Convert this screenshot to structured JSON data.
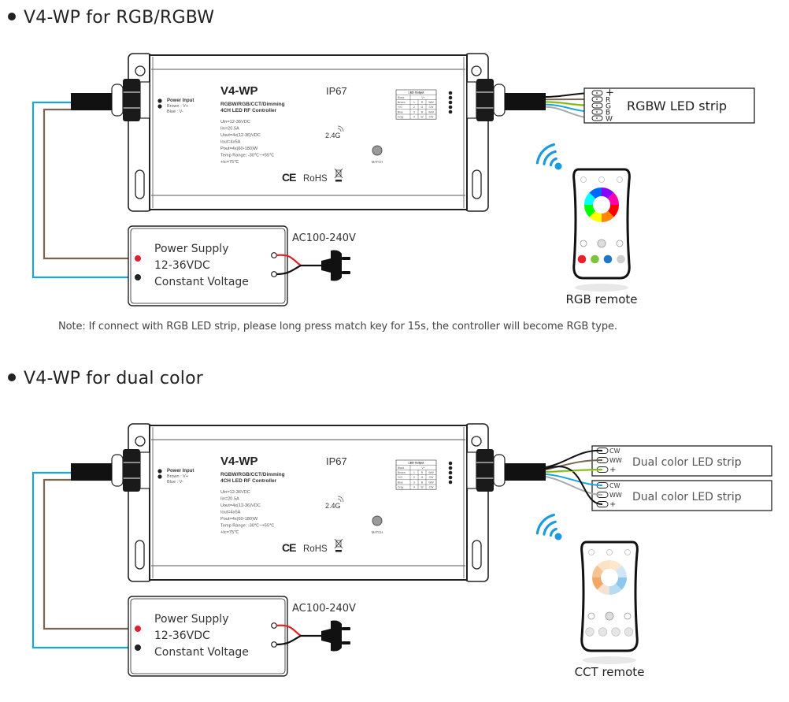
{
  "sections": [
    {
      "title": "V4-WP for RGB/RGBW",
      "controller": {
        "model": "V4-WP",
        "ip_rating": "IP67",
        "subtitle_line1": "RGBW/RGB/CCT/Dimming",
        "subtitle_line2": "4CH LED RF Controller",
        "specs": [
          "Uin=12-36VDC",
          "Iin=20.5A",
          "Uout=4x(12-36)VDC",
          "Iout=4x5A",
          "Pout=4x(60-180)W",
          "Temp Range: -30℃~+55℃",
          "+tc=75℃"
        ],
        "power_input": {
          "title": "Power Input",
          "line1": "Brown :  V+",
          "line2": "Blue   :  V-"
        },
        "frequency": "2.4G",
        "match_label": "MATCH",
        "cert": "RoHS",
        "ce": "CE",
        "led_output_table": {
          "title": "LED Output",
          "rows": [
            [
              "Black",
              "V+",
              "",
              ""
            ],
            [
              "Brown",
              "1",
              "R",
              "WW"
            ],
            [
              "Y/G",
              "2",
              "G",
              "CW"
            ],
            [
              "Blue",
              "3",
              "B",
              "WW"
            ],
            [
              "Gray",
              "4",
              "W",
              "CW"
            ]
          ]
        }
      },
      "power_supply": {
        "line1": "Power Supply",
        "line2": "12-36VDC",
        "line3": "Constant Voltage",
        "ac_label": "AC100-240V"
      },
      "strips": [
        {
          "label": "RGBW LED strip",
          "pins": [
            "+",
            "R",
            "G",
            "B",
            "W"
          ]
        }
      ],
      "remote": {
        "label": "RGB remote",
        "type": "rgb"
      }
    },
    {
      "title": "V4-WP for dual color",
      "controller": {
        "model": "V4-WP",
        "ip_rating": "IP67",
        "subtitle_line1": "RGBW/RGB/CCT/Dimming",
        "subtitle_line2": "4CH LED RF Controller",
        "specs": [
          "Uin=12-36VDC",
          "Iin=20.5A",
          "Uout=4x(12-36)VDC",
          "Iout=4x5A",
          "Pout=4x(60-180)W",
          "Temp Range: -30℃~+55℃",
          "+tc=75℃"
        ],
        "power_input": {
          "title": "Power Input",
          "line1": "Brown :  V+",
          "line2": "Blue   :  V-"
        },
        "frequency": "2.4G",
        "match_label": "MATCH",
        "cert": "RoHS",
        "ce": "CE",
        "led_output_table": {
          "title": "LED Output",
          "rows": [
            [
              "Black",
              "V+",
              "",
              ""
            ],
            [
              "Brown",
              "1",
              "R",
              "WW"
            ],
            [
              "Y/G",
              "2",
              "G",
              "CW"
            ],
            [
              "Blue",
              "3",
              "B",
              "WW"
            ],
            [
              "Gray",
              "4",
              "W",
              "CW"
            ]
          ]
        }
      },
      "power_supply": {
        "line1": "Power Supply",
        "line2": "12-36VDC",
        "line3": "Constant Voltage",
        "ac_label": "AC100-240V"
      },
      "strips": [
        {
          "label": "Dual color LED strip",
          "pins": [
            "CW",
            "WW",
            "+"
          ]
        },
        {
          "label": "Dual color LED strip",
          "pins": [
            "CW",
            "WW",
            "+"
          ]
        }
      ],
      "remote": {
        "label": "CCT remote",
        "type": "cct"
      }
    }
  ],
  "note": "Note: If connect with RGB LED strip, please long press match key for 15s, the controller will become RGB type.",
  "colors": {
    "wire_blue": "#1aa3e0",
    "wire_brown": "#7a6650",
    "wire_green": "#6ab82e",
    "wire_yellow": "#e0d020",
    "wire_gray": "#aaaaaa",
    "wire_black": "#111111",
    "wire_red": "#e02020",
    "wifi_blue": "#1a9ae0",
    "dot_red": "#e02030"
  }
}
